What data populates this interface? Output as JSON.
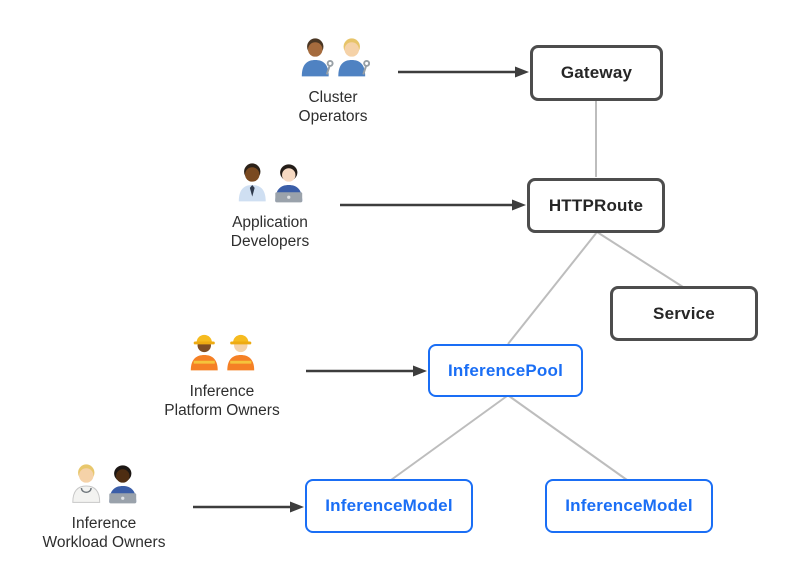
{
  "diagram": {
    "personas": [
      {
        "name": "cluster-operators",
        "label_line1": "Cluster",
        "label_line2": "Operators",
        "emoji": "👨🏽‍🔧 👩🏼‍🔧",
        "icon": "mechanics-icon",
        "targets": "Gateway"
      },
      {
        "name": "application-developers",
        "label_line1": "Application",
        "label_line2": "Developers",
        "emoji": "👨🏾‍💼 👩🏻‍💻",
        "icon": "office-worker-technologist-icon",
        "targets": "HTTPRoute"
      },
      {
        "name": "inference-platform-owners",
        "label_line1": "Inference",
        "label_line2": "Platform Owners",
        "emoji": "👷🏾‍♀️ 👷🏻",
        "icon": "construction-workers-icon",
        "targets": "InferencePool"
      },
      {
        "name": "inference-workload-owners",
        "label_line1": "Inference",
        "label_line2": "Workload Owners",
        "emoji": "🧑🏼‍⚕️ 👨🏿‍💻",
        "icon": "health-worker-technologist-icon",
        "targets": "InferenceModel"
      }
    ],
    "nodes": [
      {
        "id": "gateway",
        "label": "Gateway",
        "style": "core"
      },
      {
        "id": "httproute",
        "label": "HTTPRoute",
        "style": "core"
      },
      {
        "id": "service",
        "label": "Service",
        "style": "core"
      },
      {
        "id": "inferencepool",
        "label": "InferencePool",
        "style": "extension"
      },
      {
        "id": "inferencemodel-1",
        "label": "InferenceModel",
        "style": "extension"
      },
      {
        "id": "inferencemodel-2",
        "label": "InferenceModel",
        "style": "extension"
      }
    ],
    "edges": [
      {
        "from": "Gateway",
        "to": "HTTPRoute"
      },
      {
        "from": "HTTPRoute",
        "to": "InferencePool"
      },
      {
        "from": "HTTPRoute",
        "to": "Service"
      },
      {
        "from": "InferencePool",
        "to": "InferenceModel (left)"
      },
      {
        "from": "InferencePool",
        "to": "InferenceModel (right)"
      }
    ],
    "actor_arrows": [
      {
        "from": "Cluster Operators",
        "to": "Gateway"
      },
      {
        "from": "Application Developers",
        "to": "HTTPRoute"
      },
      {
        "from": "Inference Platform Owners",
        "to": "InferencePool"
      },
      {
        "from": "Inference Workload Owners",
        "to": "InferenceModel (left)"
      }
    ],
    "colors": {
      "core_border": "#4d4d4d",
      "core_text": "#262626",
      "extension_border": "#1a6ef5",
      "extension_text": "#1a6ef5",
      "connector_line": "#bdbdbd",
      "actor_arrow": "#3d3d3d",
      "persona_label_text": "#2e2e2e",
      "background": "#ffffff"
    }
  }
}
